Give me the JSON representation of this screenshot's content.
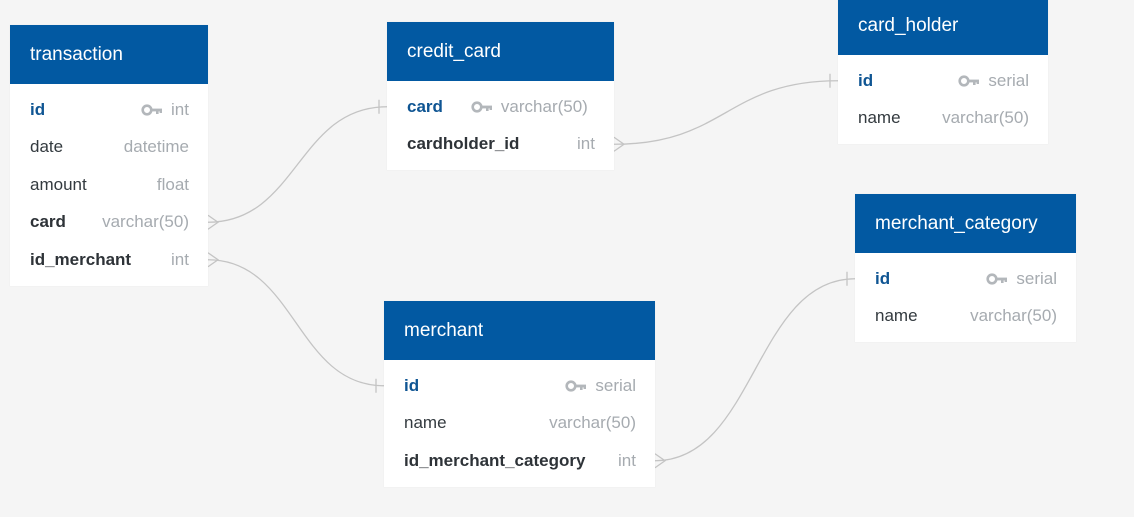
{
  "colors": {
    "header_bg": "#0259a2",
    "header_text": "#ffffff",
    "pk_text": "#0f5593",
    "type_text": "#a6abb0",
    "line": "#c4c4c4",
    "canvas_bg": "#f5f5f5"
  },
  "tables": {
    "transaction": {
      "name": "transaction",
      "fields": [
        {
          "name": "id",
          "type": "int",
          "pk": true
        },
        {
          "name": "date",
          "type": "datetime"
        },
        {
          "name": "amount",
          "type": "float"
        },
        {
          "name": "card",
          "type": "varchar(50)",
          "fk": true
        },
        {
          "name": "id_merchant",
          "type": "int",
          "fk": true
        }
      ]
    },
    "credit_card": {
      "name": "credit_card",
      "fields": [
        {
          "name": "card",
          "type": "varchar(50)",
          "pk": true
        },
        {
          "name": "cardholder_id",
          "type": "int",
          "fk": true
        }
      ]
    },
    "card_holder": {
      "name": "card_holder",
      "fields": [
        {
          "name": "id",
          "type": "serial",
          "pk": true
        },
        {
          "name": "name",
          "type": "varchar(50)"
        }
      ]
    },
    "merchant_category": {
      "name": "merchant_category",
      "fields": [
        {
          "name": "id",
          "type": "serial",
          "pk": true
        },
        {
          "name": "name",
          "type": "varchar(50)"
        }
      ]
    },
    "merchant": {
      "name": "merchant",
      "fields": [
        {
          "name": "id",
          "type": "serial",
          "pk": true
        },
        {
          "name": "name",
          "type": "varchar(50)"
        },
        {
          "name": "id_merchant_category",
          "type": "int",
          "fk": true
        }
      ]
    }
  },
  "relationships": [
    {
      "from_table": "transaction",
      "from_field": "card",
      "to_table": "credit_card",
      "to_field": "card"
    },
    {
      "from_table": "transaction",
      "from_field": "id_merchant",
      "to_table": "merchant",
      "to_field": "id"
    },
    {
      "from_table": "credit_card",
      "from_field": "cardholder_id",
      "to_table": "card_holder",
      "to_field": "id"
    },
    {
      "from_table": "merchant",
      "from_field": "id_merchant_category",
      "to_table": "merchant_category",
      "to_field": "id"
    }
  ]
}
